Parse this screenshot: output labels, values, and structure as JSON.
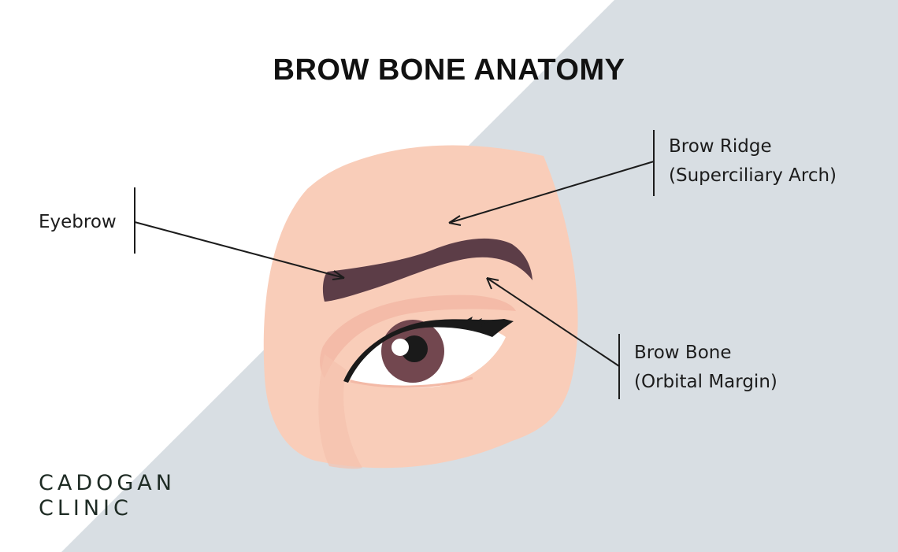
{
  "title": "BROW BONE ANATOMY",
  "labels": {
    "eyebrow": "Eyebrow",
    "brow_ridge": {
      "line1": "Brow Ridge",
      "line2": "(Superciliary Arch)"
    },
    "brow_bone": {
      "line1": "Brow Bone",
      "line2": "(Orbital Margin)"
    }
  },
  "logo": {
    "line1": "CADOGAN",
    "line2": "CLINIC"
  },
  "colors": {
    "background_light": "#ffffff",
    "background_grey": "#d8dee3",
    "skin": "#f9cdb9",
    "skin_shadow": "#f3b9a6",
    "brow": "#5c3d47",
    "iris": "#72474f",
    "pupil": "#1a1a1a",
    "line": "#1c1c1c"
  }
}
